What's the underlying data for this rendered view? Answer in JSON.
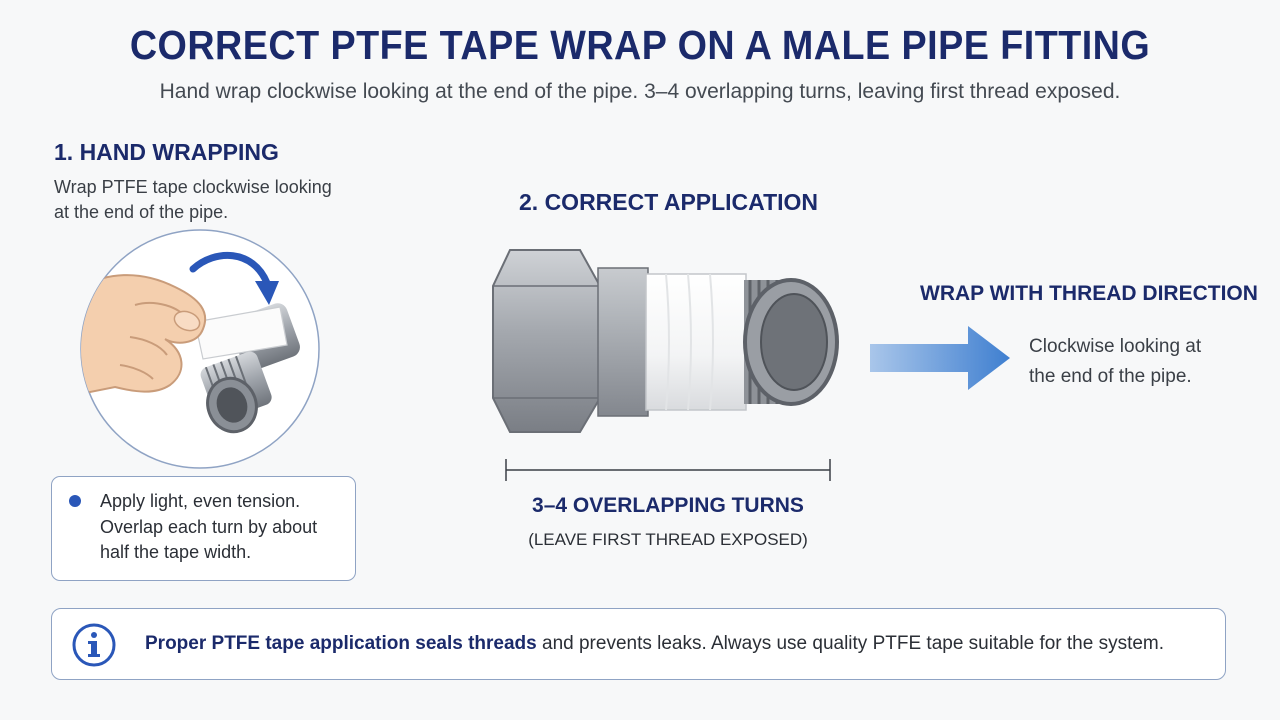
{
  "title": "CORRECT PTFE TAPE WRAP ON A MALE PIPE FITTING",
  "subtitle": "Hand wrap clockwise looking at the end of the pipe. 3–4 overlapping turns, leaving first thread exposed.",
  "section1": {
    "heading": "1. HAND WRAPPING",
    "desc_line1": "Wrap PTFE tape clockwise looking",
    "desc_line2": "at the end of the pipe.",
    "tip_line1": "Apply light, even tension.",
    "tip_line2": "Overlap each turn by about",
    "tip_line3": "half the tape width."
  },
  "section2": {
    "heading": "2. CORRECT APPLICATION",
    "dimension_label": "3–4 OVERLAPPING TURNS",
    "dimension_sub": "(LEAVE FIRST THREAD EXPOSED)"
  },
  "section3": {
    "heading": "WRAP WITH THREAD DIRECTION",
    "desc_line1": "Clockwise looking at",
    "desc_line2": "the end of the pipe."
  },
  "info": {
    "bold_text": "Proper PTFE tape application seals threads",
    "rest_text": " and prevents leaks. Always use quality PTFE tape suitable for the system."
  },
  "icons": [
    "hand-icon",
    "clockwise-arrow-icon",
    "bullet-dot-icon",
    "direction-arrow-icon",
    "info-icon"
  ],
  "colors": {
    "navy": "#1b2a6b",
    "accent_blue": "#2a57b8",
    "border": "#8fa3c4"
  }
}
